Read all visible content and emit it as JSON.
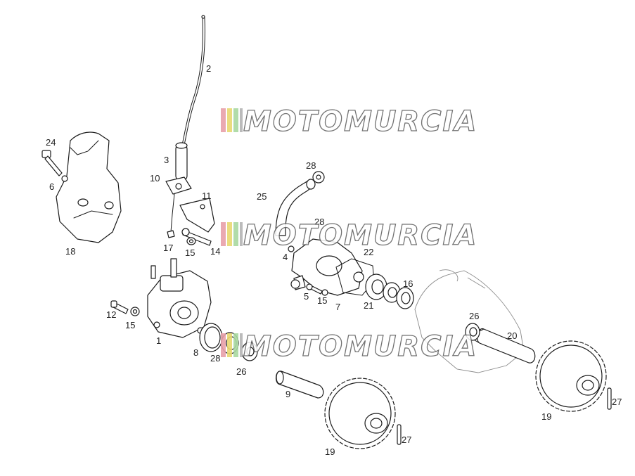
{
  "watermark": {
    "text": "MOTOMURCIA",
    "stripe_colors": [
      "#e8a0a8",
      "#e8d870",
      "#a8d8a0"
    ]
  },
  "labels": {
    "l1": "1",
    "l2": "2",
    "l3": "3",
    "l4": "4",
    "l5": "5",
    "l6": "6",
    "l7": "7",
    "l8": "8",
    "l9": "9",
    "l10": "10",
    "l11": "11",
    "l12": "12",
    "l14": "14",
    "l15a": "15",
    "l15b": "15",
    "l15c": "15",
    "l16": "16",
    "l17": "17",
    "l18": "18",
    "l19a": "19",
    "l19b": "19",
    "l20": "20",
    "l21": "21",
    "l22": "22",
    "l24": "24",
    "l25": "25",
    "l26a": "26",
    "l26b": "26",
    "l27a": "27",
    "l27b": "27",
    "l28a": "28",
    "l28b": "28",
    "l28c": "28"
  }
}
